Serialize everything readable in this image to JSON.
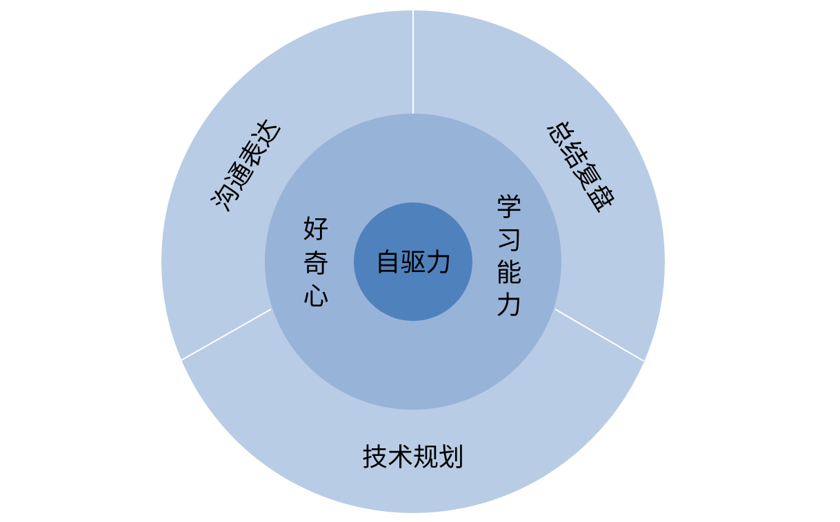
{
  "diagram": {
    "colors": {
      "outer_ring": "#b9cce5",
      "middle_ring": "#98b3d8",
      "core": "#4f81bd",
      "divider": "#ffffff",
      "text": "#000000"
    },
    "core": {
      "label": "自驱力"
    },
    "middle_ring": {
      "left_label": [
        "好",
        "奇",
        "心"
      ],
      "right_label": [
        "学",
        "习",
        "能",
        "力"
      ]
    },
    "outer_ring": {
      "segments": [
        {
          "label": "总结复盘"
        },
        {
          "label": "技术规划"
        },
        {
          "label": "沟通表达"
        }
      ]
    }
  }
}
